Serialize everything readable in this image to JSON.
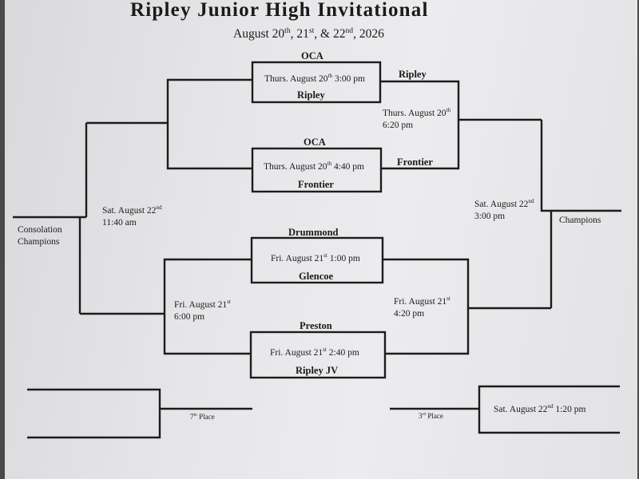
{
  "header": {
    "title": "Ripley Junior High Invitational",
    "dates": {
      "p1": "August 20",
      "s1": "th",
      "p2": ", 21",
      "s2": "st",
      "p3": ", & 22",
      "s3": "nd",
      "p4": ", 2026"
    }
  },
  "games": {
    "g1": {
      "top_team": "OCA",
      "bottom_team": "Ripley",
      "day": "Thurs. August 20",
      "sup": "th",
      "time": " 3:00 pm"
    },
    "g2": {
      "top_team": "OCA",
      "bottom_team": "Frontier",
      "day": "Thurs. August 20",
      "sup": "th",
      "time": " 4:40 pm"
    },
    "g3": {
      "top_team": "Drummond",
      "bottom_team": "Glencoe",
      "day": "Fri. August 21",
      "sup": "st",
      "time": " 1:00 pm"
    },
    "g4": {
      "top_team": "Preston",
      "bottom_team": "Ripley JV",
      "day": "Fri. August 21",
      "sup": "st",
      "time": " 2:40 pm"
    },
    "semi_winners_top": {
      "day": "Thurs. August 20",
      "sup": "th",
      "time": "6:20 pm"
    },
    "semi_winners_bottom": {
      "day": "Fri. August 21",
      "sup": "st",
      "time": "4:20 pm"
    },
    "semi_consolation_bottom": {
      "day": "Fri. August 21",
      "sup": "st",
      "time": "6:00 pm"
    },
    "consolation_final": {
      "day": "Sat. August 22",
      "sup": "nd",
      "time": "11:40 am"
    },
    "championship": {
      "day": "Sat. August 22",
      "sup": "nd",
      "time": "3:00 pm"
    },
    "third_place_game": {
      "day": "Sat. August 22",
      "sup": "nd",
      "time": " 1:20 pm"
    }
  },
  "advancers": {
    "top_left_winner": "Ripley",
    "top_right_winner": "Frontier"
  },
  "labels": {
    "consolation_line1": "Consolation",
    "consolation_line2": "Champions",
    "champions": "Champions",
    "seventh": {
      "num": "7",
      "sup": "th",
      "text": " Place"
    },
    "third": {
      "num": "3",
      "sup": "rd",
      "text": " Place"
    }
  }
}
